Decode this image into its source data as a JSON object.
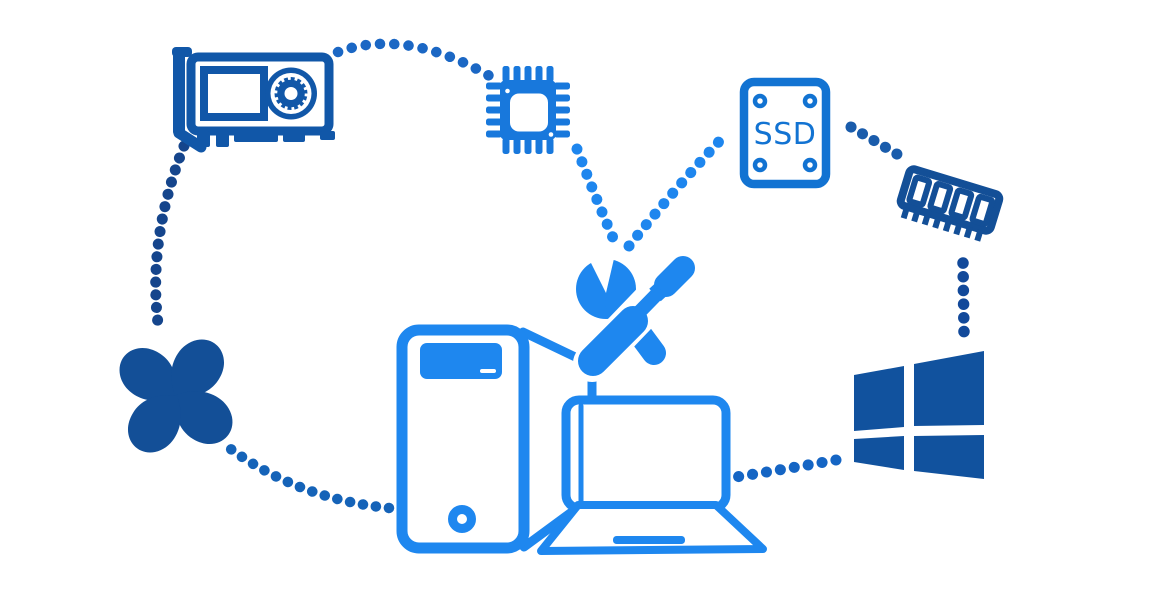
{
  "illustration": {
    "title": "pc-hardware-service-illustration",
    "background": "#ffffff"
  },
  "labels": {
    "ssd": "SSD"
  },
  "palette": {
    "bright_blue": "#1e87ef",
    "cpu_blue": "#1878dc",
    "ssd_blue": "#1273d2",
    "gpu_dark_blue": "#1157a8",
    "navy_blue": "#134f97",
    "windows_navy": "#11529e",
    "dot_medium_blue": "#1b67c4",
    "dot_navy_blue": "#15458c",
    "white": "#ffffff"
  },
  "nodes": [
    {
      "icon": "graphics-card-icon"
    },
    {
      "icon": "cpu-chip-icon"
    },
    {
      "icon": "ssd-drive-icon",
      "label": "SSD"
    },
    {
      "icon": "ram-module-icon"
    },
    {
      "icon": "windows-logo-icon"
    },
    {
      "icon": "cooling-fan-icon"
    },
    {
      "icon": "pc-tower-icon"
    },
    {
      "icon": "laptop-icon"
    },
    {
      "icon": "wrench-screwdriver-icon"
    }
  ],
  "connections": [
    {
      "from": "graphics-card",
      "to": "cpu-chip",
      "style": "dotted-arc"
    },
    {
      "from": "cpu-chip",
      "to": "repair-tools",
      "style": "dotted"
    },
    {
      "from": "repair-tools",
      "to": "ssd-drive",
      "style": "dotted"
    },
    {
      "from": "ssd-drive",
      "to": "ram-module",
      "style": "dotted"
    },
    {
      "from": "ram-module",
      "to": "windows-logo",
      "style": "dotted"
    },
    {
      "from": "windows-logo",
      "to": "laptop",
      "style": "dotted"
    },
    {
      "from": "pc-tower",
      "to": "cooling-fan",
      "style": "dotted-arc"
    },
    {
      "from": "cooling-fan",
      "to": "graphics-card",
      "style": "dotted"
    }
  ]
}
